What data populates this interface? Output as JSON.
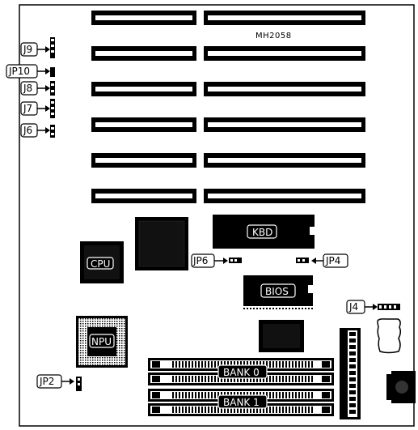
{
  "board": {
    "model": "MH2058"
  },
  "jumpers": {
    "j9": "J9",
    "jp10": "JP10",
    "j8": "J8",
    "j7": "J7",
    "j6": "J6",
    "jp6": "JP6",
    "jp4": "JP4",
    "j4": "J4",
    "jp2": "JP2"
  },
  "chips": {
    "cpu": "CPU",
    "npu": "NPU",
    "kbd": "KBD",
    "bios": "BIOS"
  },
  "memory": {
    "bank0": "BANK 0",
    "bank1": "BANK 1"
  }
}
